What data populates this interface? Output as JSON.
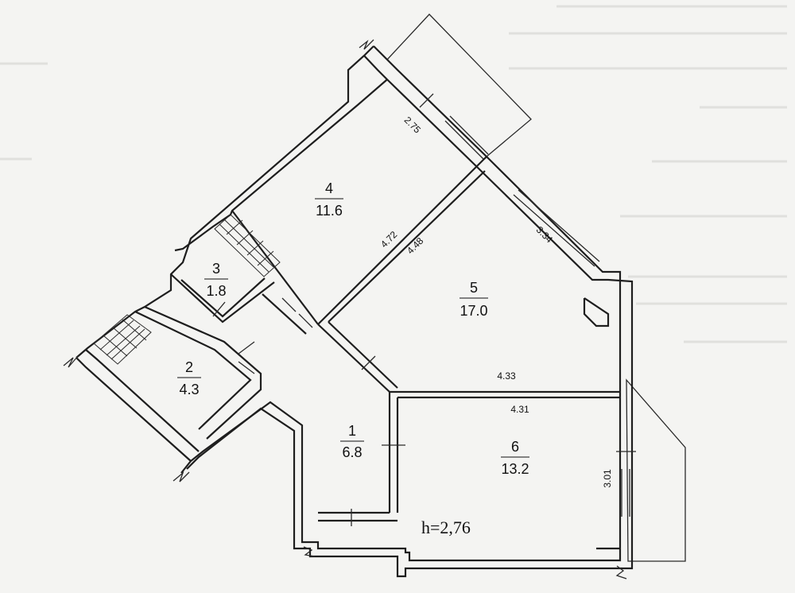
{
  "rooms": [
    {
      "number": "1",
      "area": "6.8"
    },
    {
      "number": "2",
      "area": "4.3"
    },
    {
      "number": "3",
      "area": "1.8"
    },
    {
      "number": "4",
      "area": "11.6"
    },
    {
      "number": "5",
      "area": "17.0"
    },
    {
      "number": "6",
      "area": "13.2"
    }
  ],
  "dimensions": {
    "d_2_75": "2.75",
    "d_4_72": "4.72",
    "d_4_48": "4.48",
    "d_3_34": "3.34",
    "d_4_33": "4.33",
    "d_4_31": "4.31",
    "d_3_01": "3.01"
  },
  "ceiling_height": "h=2,76"
}
